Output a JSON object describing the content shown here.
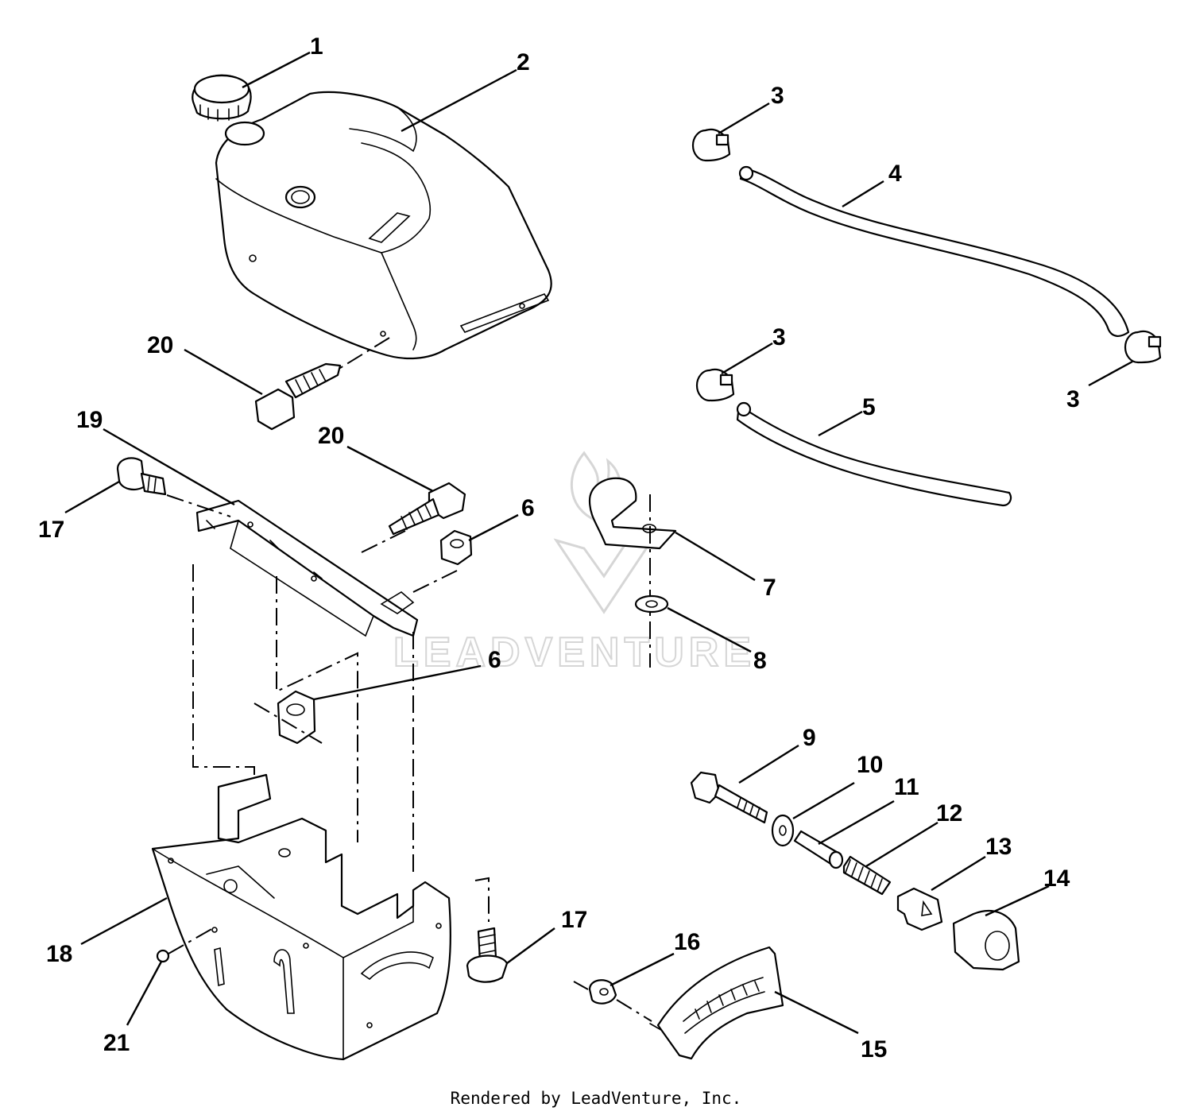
{
  "diagram": {
    "watermark": "LEADVENTURE",
    "credit": "Rendered by LeadVenture, Inc.",
    "callouts": [
      {
        "id": "c1",
        "label": "1"
      },
      {
        "id": "c2",
        "label": "2"
      },
      {
        "id": "c3a",
        "label": "3"
      },
      {
        "id": "c3b",
        "label": "3"
      },
      {
        "id": "c3c",
        "label": "3"
      },
      {
        "id": "c4",
        "label": "4"
      },
      {
        "id": "c5",
        "label": "5"
      },
      {
        "id": "c6a",
        "label": "6"
      },
      {
        "id": "c6b",
        "label": "6"
      },
      {
        "id": "c7",
        "label": "7"
      },
      {
        "id": "c8",
        "label": "8"
      },
      {
        "id": "c9",
        "label": "9"
      },
      {
        "id": "c10",
        "label": "10"
      },
      {
        "id": "c11",
        "label": "11"
      },
      {
        "id": "c12",
        "label": "12"
      },
      {
        "id": "c13",
        "label": "13"
      },
      {
        "id": "c14",
        "label": "14"
      },
      {
        "id": "c15",
        "label": "15"
      },
      {
        "id": "c16",
        "label": "16"
      },
      {
        "id": "c17a",
        "label": "17"
      },
      {
        "id": "c17b",
        "label": "17"
      },
      {
        "id": "c18",
        "label": "18"
      },
      {
        "id": "c19",
        "label": "19"
      },
      {
        "id": "c20a",
        "label": "20"
      },
      {
        "id": "c20b",
        "label": "20"
      },
      {
        "id": "c21",
        "label": "21"
      }
    ]
  }
}
